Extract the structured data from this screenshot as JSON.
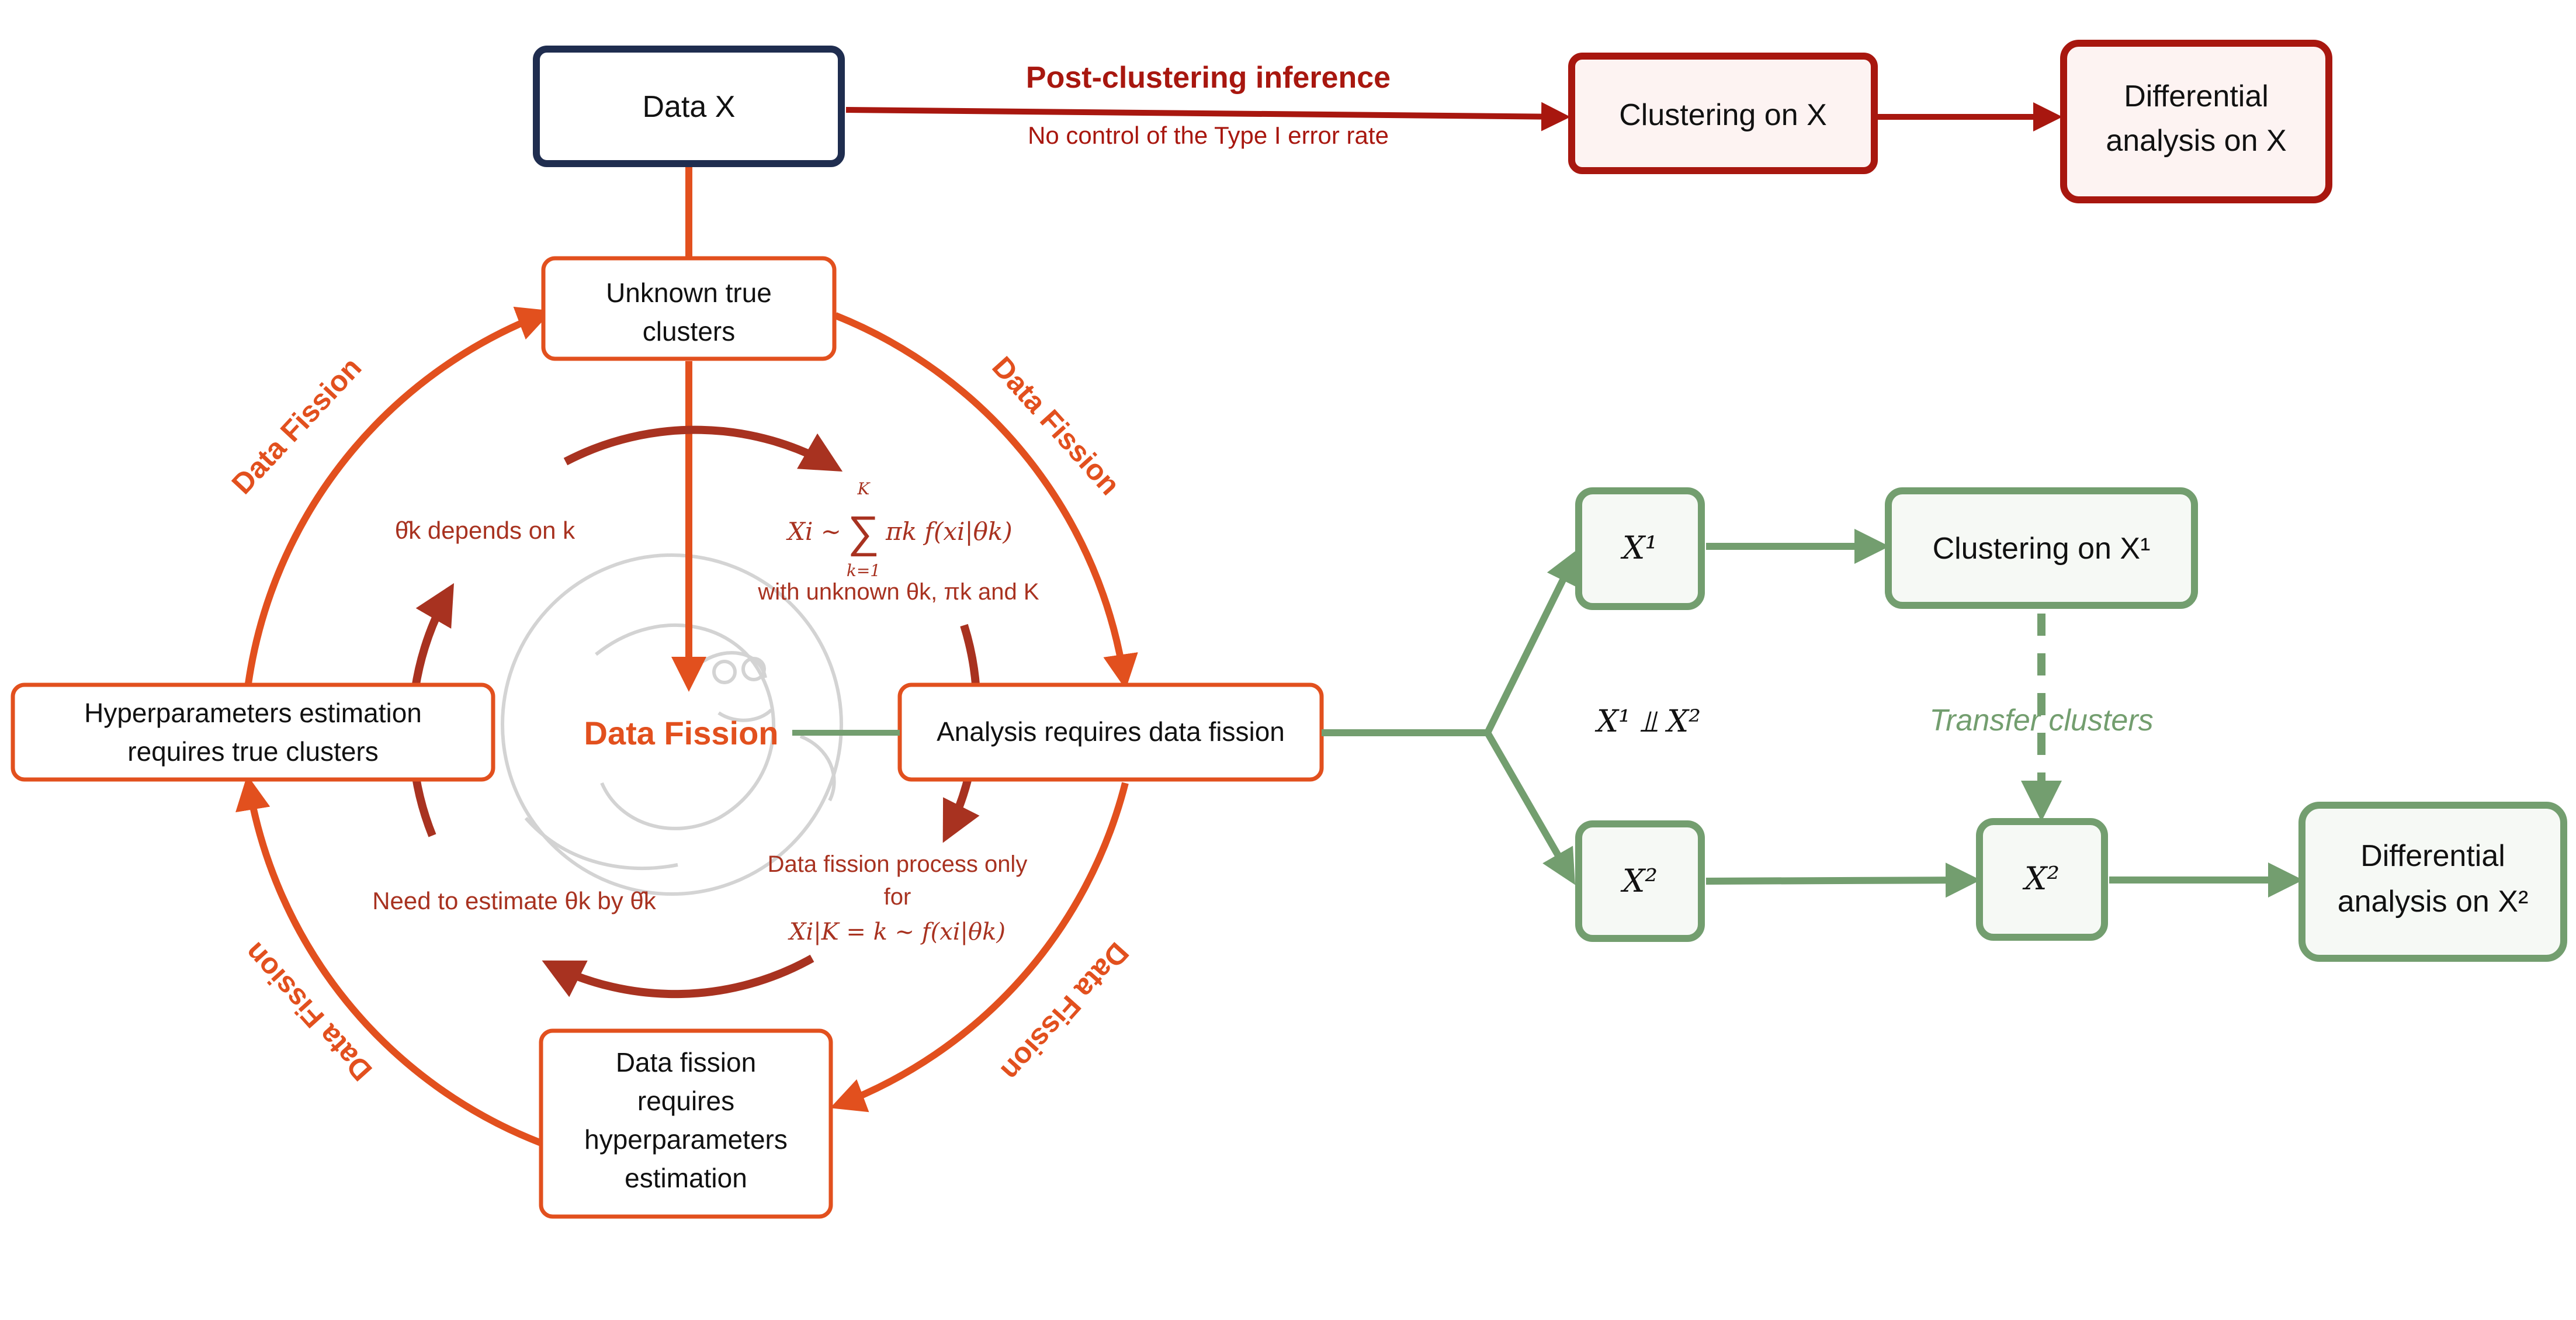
{
  "colors": {
    "navy": "#1f2d4f",
    "dark_red": "#a8170f",
    "brick": "#a83220",
    "orange": "#e2501e",
    "green": "#739e6f",
    "light_red_fill": "#fdf3f2",
    "light_green_fill": "#f6f9f5"
  },
  "top": {
    "data_x": "Data X",
    "arrow_title": "Post-clustering inference",
    "arrow_subtitle": "No control of the Type I error rate",
    "clustering_on_x": "Clustering on X",
    "diff_line1": "Differential",
    "diff_line2": "analysis on X"
  },
  "cycle": {
    "unknown_line1": "Unknown true",
    "unknown_line2": "clusters",
    "hyper_line1": "Hyperparameters estimation",
    "hyper_line2": "requires true clusters",
    "analysis": "Analysis requires data fission",
    "fission_line1": "Data fission",
    "fission_line2": "requires",
    "fission_line3": "hyperparameters",
    "fission_line4": "estimation",
    "center_label": "Data Fission",
    "arc_label_tl": "Data Fission",
    "arc_label_tr": "Data Fission",
    "arc_label_bl": "Data Fission",
    "arc_label_br": "Data Fission"
  },
  "annotations": {
    "theta_depends_on_k": "θ̂k depends on k",
    "mixture_formula_lhs": "Xi ~",
    "mixture_sum_top": "K",
    "mixture_sum_bottom": "k=1",
    "mixture_formula_rhs": "πk f(xi|θk)",
    "mixture_unknown": "with unknown θk, πk and K",
    "need_to_estimate": "Need to estimate θk by θ̂k",
    "fission_process_line1": "Data fission process only",
    "fission_process_line2": "for",
    "fission_process_line3": "Xi|K = k ~ f(xi|θk)"
  },
  "green_branch": {
    "x1": "X¹",
    "x2": "X²",
    "clustering_on_x1": "Clustering on X¹",
    "independence": "X¹ ⫫ X²",
    "transfer_clusters": "Transfer clusters",
    "x2_transferred": "X²",
    "diff_line1": "Differential",
    "diff_line2": "analysis on X²"
  }
}
